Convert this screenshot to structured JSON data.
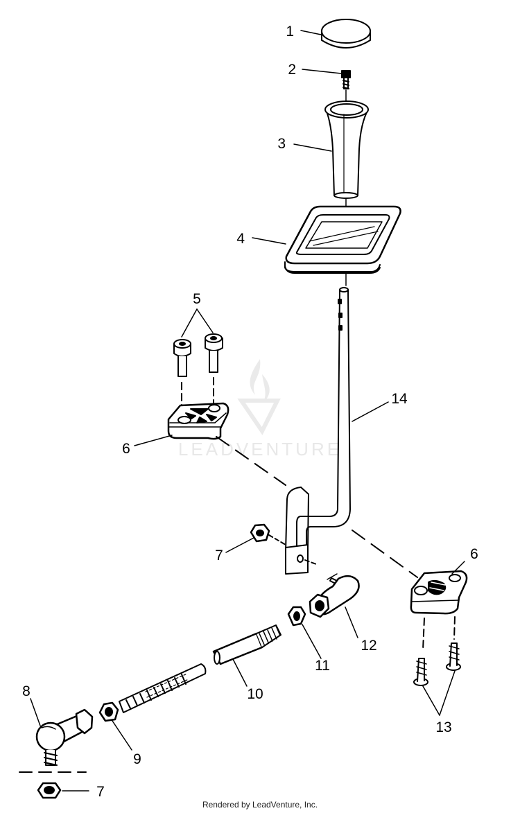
{
  "watermark": {
    "text": "LEADVENTURE"
  },
  "footer": {
    "text": "Rendered by LeadVenture, Inc."
  },
  "callouts": {
    "c1": "1",
    "c2": "2",
    "c3": "3",
    "c4": "4",
    "c5": "5",
    "c6a": "6",
    "c6b": "6",
    "c7a": "7",
    "c7b": "7",
    "c8": "8",
    "c9": "9",
    "c10": "10",
    "c11": "11",
    "c12": "12",
    "c13": "13",
    "c14": "14"
  }
}
